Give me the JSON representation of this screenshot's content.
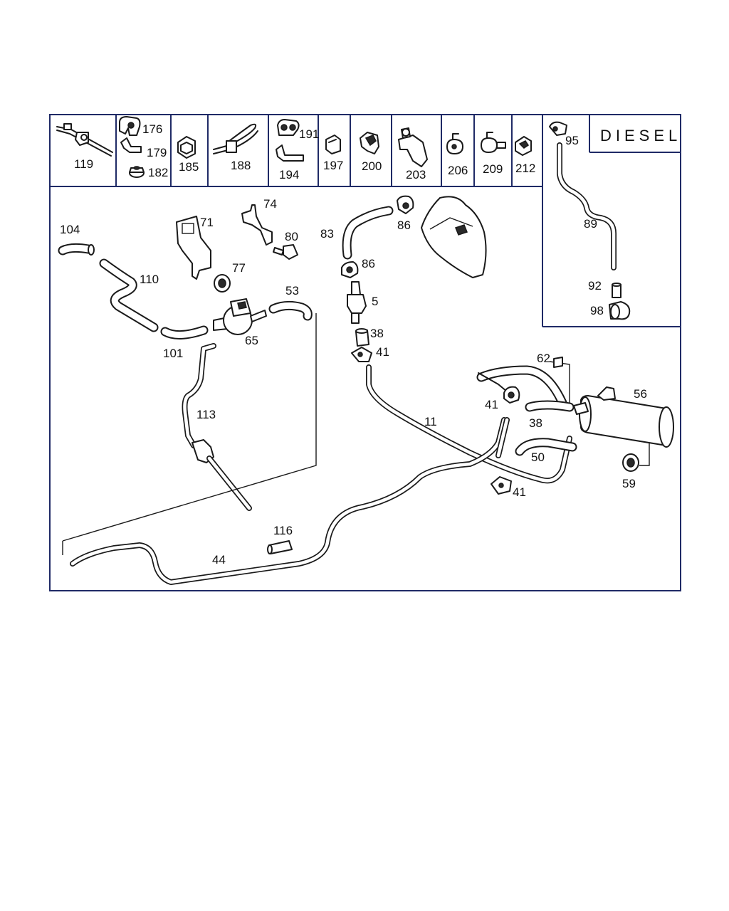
{
  "variant_label": "DIESEL",
  "legend_parts": [
    "119",
    "176",
    "179",
    "182",
    "185",
    "188",
    "191",
    "194",
    "197",
    "200",
    "203",
    "206",
    "209",
    "212"
  ],
  "diesel_parts": [
    "95",
    "89",
    "92",
    "98"
  ],
  "main_parts": [
    "104",
    "110",
    "101",
    "113",
    "71",
    "77",
    "74",
    "80",
    "65",
    "53",
    "83",
    "86",
    "86",
    "5",
    "38",
    "41",
    "11",
    "116",
    "44",
    "62",
    "56",
    "41",
    "38",
    "50",
    "41",
    "59"
  ]
}
